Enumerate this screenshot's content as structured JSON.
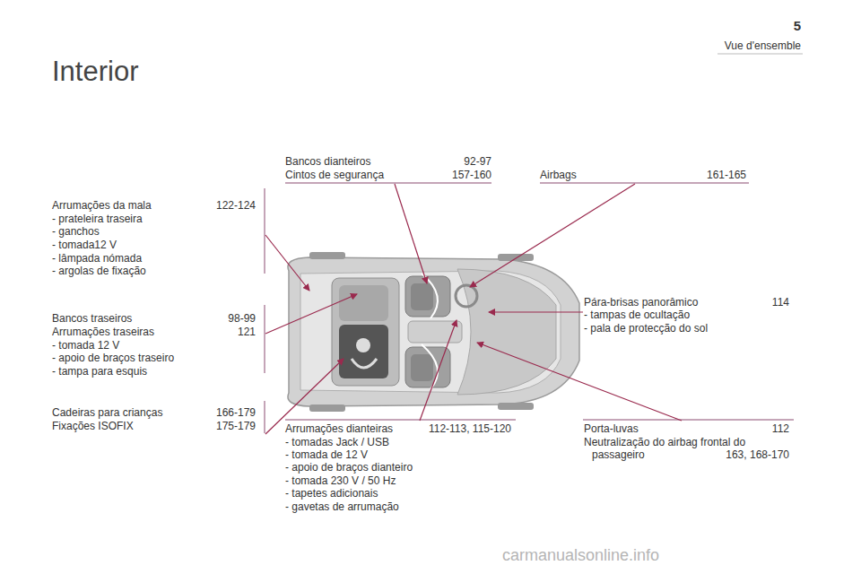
{
  "diagram": {
    "title": "Interior",
    "labels": [
      "5",
      "Vue d'ensemble",
      "Arrumações da mala",
      "122-124",
      "- prateleira traseira",
      "- ganchos",
      "- tomada12 V",
      "- lâmpada nómada",
      "- argolas de fixação",
      "Bancos traseiros",
      "98-99",
      "Arrumações traseiras",
      "121",
      "- tomada 12 V",
      "- apoio de braços traseiro",
      "- tampa para esquis",
      "Cadeiras para crianças",
      "166-179",
      "Fixações ISOFIX",
      "175-179",
      "Bancos dianteiros",
      "92-97",
      "Cintos de segurança",
      "157-160",
      "Airbags",
      "161-165",
      "Pára-brisas panorâmico",
      "114",
      "- tampas de ocultação",
      "- pala de protecção do sol",
      "Arrumações dianteiras",
      "112-113, 115-120",
      "- tomadas Jack / USB",
      "- tomada de 12 V",
      "- apoio de braços dianteiro",
      "- tomada 230 V / 50 Hz",
      "- tapetes adicionais",
      "- gavetas de arrumação",
      "Porta-luvas",
      "112",
      "Neutralização do airbag frontal do passageiro",
      "163, 168-170",
      "carmanualsonline.info"
    ]
  }
}
